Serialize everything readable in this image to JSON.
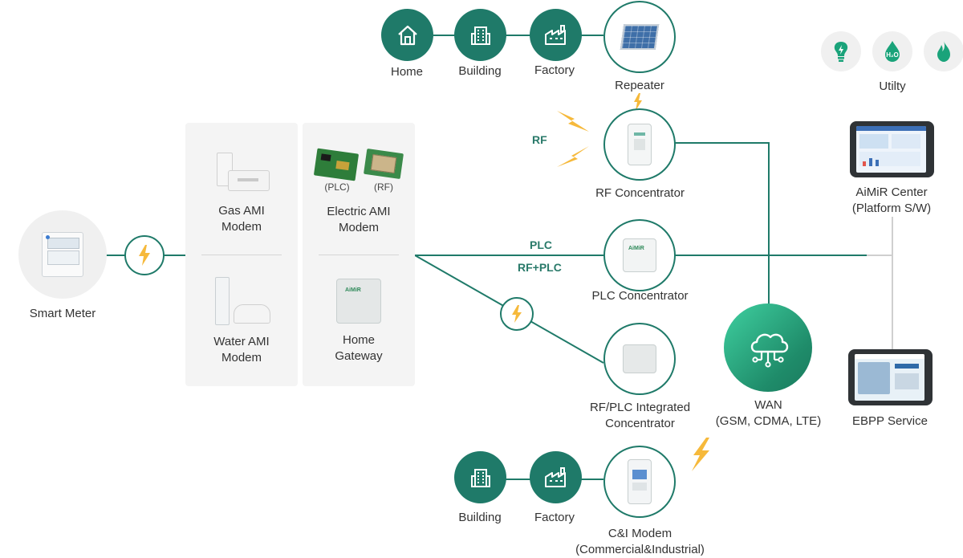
{
  "labels": {
    "smart_meter": "Smart Meter",
    "gas_ami_modem": [
      "Gas AMI",
      "Modem"
    ],
    "water_ami_modem": [
      "Water AMI",
      "Modem"
    ],
    "electric_ami_modem": [
      "Electric AMI",
      "Modem"
    ],
    "plc_tag": "(PLC)",
    "rf_tag": "(RF)",
    "home_gateway": [
      "Home",
      "Gateway"
    ],
    "home": "Home",
    "building": "Building",
    "factory": "Factory",
    "repeater": "Repeater",
    "rf": "RF",
    "rf_concentrator": "RF Concentrator",
    "plc": "PLC",
    "rf_plc": "RF+PLC",
    "plc_concentrator": "PLC Concentrator",
    "rf_plc_integrated": [
      "RF/PLC Integrated",
      "Concentrator"
    ],
    "wan": [
      "WAN",
      "(GSM, CDMA, LTE)"
    ],
    "building_bottom": "Building",
    "factory_bottom": "Factory",
    "ci_modem": [
      "C&I Modem",
      "(Commercial&Industrial)"
    ],
    "utility": "Utilty",
    "aimir_center": [
      "AiMiR Center",
      "(Platform S/W)"
    ],
    "ebpp_service": "EBPP Service",
    "device_brand": "AiMiR"
  },
  "colors": {
    "teal": "#1f7a69",
    "wan_gradient_light": "#3fd0a0",
    "bolt": "#f6b93b",
    "line_grey": "#cfcfcf",
    "utility_icon": "#1aa37a"
  },
  "icons": [
    "home-icon",
    "building-icon",
    "factory-icon",
    "lightbulb-icon",
    "water-drop-icon",
    "flame-icon",
    "cloud-network-icon",
    "lightning-icon"
  ]
}
